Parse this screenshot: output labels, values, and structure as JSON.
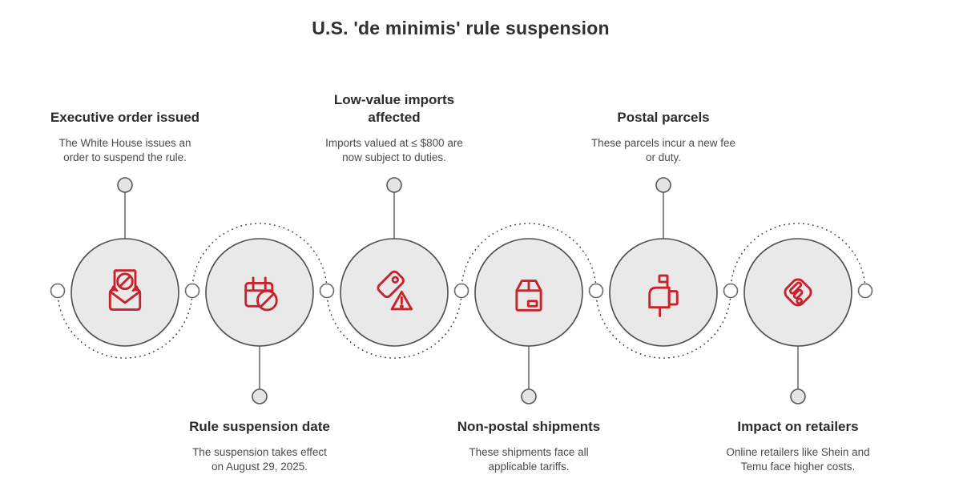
{
  "title": "U.S. 'de minimis' rule suspension",
  "steps": [
    {
      "title_lines": [
        "Executive order issued",
        ""
      ],
      "desc_lines": [
        "The White House issues an",
        "order to suspend the rule."
      ],
      "icon": "envelope-ban-icon",
      "position": "top"
    },
    {
      "title_lines": [
        "Rule suspension date",
        ""
      ],
      "desc_lines": [
        "The suspension takes effect",
        "on August 29, 2025."
      ],
      "icon": "calendar-ban-icon",
      "position": "bottom"
    },
    {
      "title_lines": [
        "Low-value imports",
        "affected"
      ],
      "desc_lines": [
        "Imports valued at ≤ $800 are",
        "now subject to duties."
      ],
      "icon": "price-tag-alert-icon",
      "position": "top"
    },
    {
      "title_lines": [
        "Non-postal shipments",
        ""
      ],
      "desc_lines": [
        "These shipments face all",
        "applicable tariffs."
      ],
      "icon": "package-box-icon",
      "position": "bottom"
    },
    {
      "title_lines": [
        "Postal parcels",
        ""
      ],
      "desc_lines": [
        "These parcels incur a new fee",
        "or duty."
      ],
      "icon": "mailbox-icon",
      "position": "top"
    },
    {
      "title_lines": [
        "Impact on retailers",
        ""
      ],
      "desc_lines": [
        "Online retailers like Shein and",
        "Temu face higher costs."
      ],
      "icon": "feed-diamond-icon",
      "position": "bottom"
    }
  ],
  "colors": {
    "accent_red": "#c8232c",
    "node_fill": "#e9e9e9",
    "node_stroke": "#4d4d4d",
    "text_dark": "#2c2c2c",
    "text_body": "#4b4b4b"
  }
}
